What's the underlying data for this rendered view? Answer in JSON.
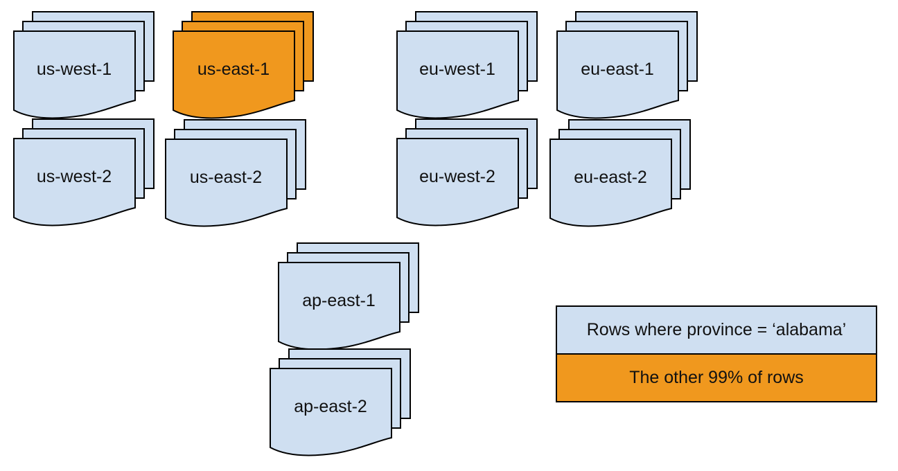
{
  "colors": {
    "canvas-bg": "#ffffff",
    "page-fill-default": "#cfdff1",
    "page-fill-highlight": "#f0981e",
    "stroke-color": "#000000",
    "text-color": "#111111"
  },
  "regions": [
    {
      "id": "us-west-1",
      "label": "us-west-1",
      "variant": "default"
    },
    {
      "id": "us-east-1",
      "label": "us-east-1",
      "variant": "highlight"
    },
    {
      "id": "eu-west-1",
      "label": "eu-west-1",
      "variant": "default"
    },
    {
      "id": "eu-east-1",
      "label": "eu-east-1",
      "variant": "default"
    },
    {
      "id": "us-west-2",
      "label": "us-west-2",
      "variant": "default"
    },
    {
      "id": "us-east-2",
      "label": "us-east-2",
      "variant": "default"
    },
    {
      "id": "eu-west-2",
      "label": "eu-west-2",
      "variant": "default"
    },
    {
      "id": "eu-east-2",
      "label": "eu-east-2",
      "variant": "default"
    },
    {
      "id": "ap-east-1",
      "label": "ap-east-1",
      "variant": "default"
    },
    {
      "id": "ap-east-2",
      "label": "ap-east-2",
      "variant": "default"
    }
  ],
  "legend": {
    "items": [
      {
        "id": "alabama-rows",
        "label": "Rows where province = ‘alabama’",
        "variant": "default"
      },
      {
        "id": "other-rows",
        "label": "The other 99% of rows",
        "variant": "highlight"
      }
    ]
  }
}
